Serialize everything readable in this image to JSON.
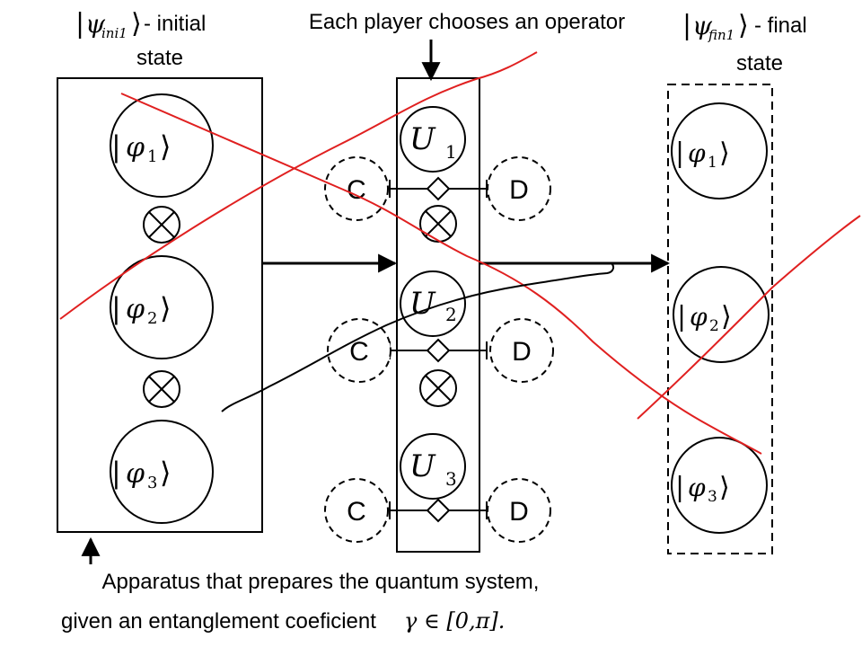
{
  "labels": {
    "initial_state": "|ψini1⟩ - initial state",
    "final_state": "|ψfin1⟩ - final state",
    "players": "Each player chooses an operator",
    "apparatus": "Apparatus that prepares the quantum system, given an entanglement coeficient γ ∈ [0,π]."
  },
  "parts": {
    "initial_ket": "ψ",
    "initial_sub": "ini1",
    "initial_suffix": " - initial",
    "initial_line2": "state",
    "final_ket": "ψ",
    "final_sub": "fin1",
    "final_suffix": " - final",
    "final_line2": "state",
    "apparatus_line1": "Apparatus that prepares the quantum system,",
    "apparatus_line2_text": "given an entanglement coeficient ",
    "apparatus_math": "γ ∈ [0,π]."
  },
  "kets": [
    {
      "sym": "φ",
      "sub": "1"
    },
    {
      "sym": "φ",
      "sub": "2"
    },
    {
      "sym": "φ",
      "sub": "3"
    }
  ],
  "operators": [
    {
      "sym": "U",
      "sub": "1"
    },
    {
      "sym": "U",
      "sub": "2"
    },
    {
      "sym": "U",
      "sub": "3"
    }
  ],
  "choices": {
    "cooperate": "C",
    "defect": "D"
  },
  "tensor_symbol": "⊗",
  "colors": {
    "ink": "#000000",
    "annotation": "#e02020"
  }
}
